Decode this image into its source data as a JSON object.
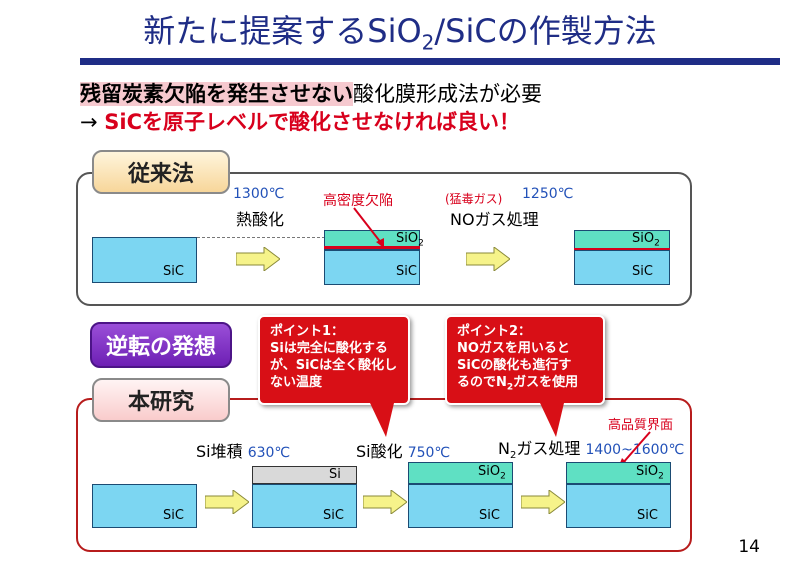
{
  "title": {
    "part1": "新たに提案するSiO",
    "sub": "2",
    "part2": "/SiCの作製方法"
  },
  "intro": {
    "line1_highlight": "残留炭素欠陥を発生させない",
    "line1_rest": "酸化膜形成法が必要",
    "line2_arrow": "→",
    "line2_red": "SiCを原子レベルで酸化させなければ良い！"
  },
  "conventional": {
    "tag": "従来法",
    "step1_temp": "1300℃",
    "step1_label": "熱酸化",
    "defect_label": "高密度欠陥",
    "toxic_label": "(猛毒ガス)",
    "step2_temp": "1250℃",
    "step2_label": "NOガス処理",
    "sic": "SiC",
    "sio2_main": "SiO",
    "sio2_sub": "2"
  },
  "idea_tag": "逆転の発想",
  "callouts": {
    "point1": {
      "l1": "ポイント1：",
      "l2": "Siは完全に酸化する",
      "l3": "が、SiCは全く酸化し",
      "l4": "ない温度"
    },
    "point2": {
      "l1": "ポイント2：",
      "l2": "NOガスを用いると",
      "l3": "SiCの酸化も進行す",
      "l4a": "るのでN",
      "l4sub": "2",
      "l4b": "ガスを使用"
    }
  },
  "research": {
    "tag": "本研究",
    "step1_label": "Si堆積",
    "step1_temp": "630℃",
    "step2_label": "Si酸化",
    "step2_temp": "750℃",
    "step3_pre": "N",
    "step3_sub": "2",
    "step3_label": "ガス処理",
    "step3_temp": "1400~1600℃",
    "quality_label": "高品質界面",
    "si": "Si",
    "sic": "SiC",
    "sio2_main": "SiO",
    "sio2_sub": "2"
  },
  "page_number": "14",
  "colors": {
    "title": "#1f2d86",
    "sic": "#7cd6f2",
    "sio2": "#5fe0c3",
    "accent_red": "#d8001c",
    "callout": "#d80f16",
    "arrow_fill": "#f6f38a"
  }
}
